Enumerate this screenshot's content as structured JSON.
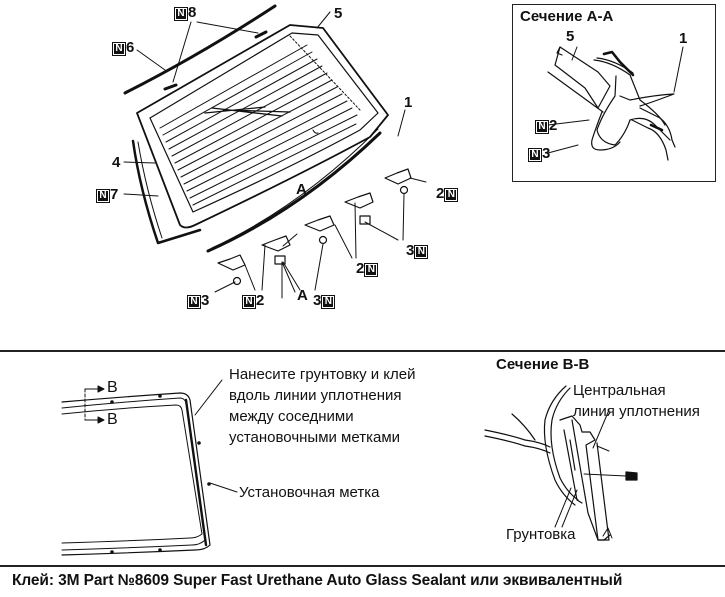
{
  "top_diagram": {
    "callouts": {
      "n8": {
        "badge": "N",
        "num": "8"
      },
      "n6": {
        "badge": "N",
        "num": "6"
      },
      "c5": "5",
      "c4": "4",
      "n7": {
        "badge": "N",
        "num": "7"
      },
      "c1": "1",
      "a_top": "A",
      "n2_right": {
        "num": "2",
        "badge": "N"
      },
      "n3_right": {
        "num": "3",
        "badge": "N"
      },
      "n2_mid": {
        "num": "2",
        "badge": "N"
      },
      "n3_left": {
        "badge": "N",
        "num": "3"
      },
      "n2_left": {
        "badge": "N",
        "num": "2"
      },
      "a_bottom": "A",
      "n3_bottom": {
        "num": "3",
        "badge": "N"
      }
    }
  },
  "section_aa": {
    "title": "Сечение A-A",
    "labels": {
      "c5": "5",
      "c1": "1",
      "n2": {
        "badge": "N",
        "num": "2"
      },
      "n3": {
        "badge": "N",
        "num": "3"
      }
    }
  },
  "bottom_left": {
    "b_upper": "B",
    "b_lower": "B",
    "instruction_lines": [
      "Нанесите грунтовку и клей",
      "вдоль линии уплотнения",
      "между соседними",
      "установочными метками"
    ],
    "mark_label": "Установочная метка"
  },
  "section_bb": {
    "title": "Сечение B-B",
    "center_line_lines": [
      "Центральная",
      "линия уплотнения"
    ],
    "primer_label": "Грунтовка"
  },
  "footer": {
    "adhesive_note": "Клей: 3M Part №8609 Super Fast Urethane Auto Glass Sealant или эквивалентный"
  }
}
